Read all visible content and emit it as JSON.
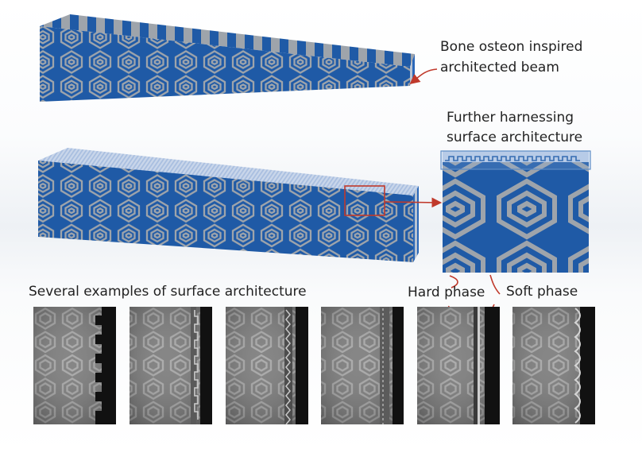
{
  "labels": {
    "beam_label_line1": "Bone osteon inspired",
    "beam_label_line2": "architected beam",
    "surface_label_line1": "Further harnessing",
    "surface_label_line2": "surface architecture",
    "examples_label": "Several examples of surface architecture",
    "hard_phase": "Hard phase",
    "soft_phase": "Soft phase"
  },
  "colors": {
    "hard_phase": "#1f5aa6",
    "soft_phase": "#9ea4ab",
    "annotation_red": "#c0392b",
    "highlight_blue": "#8fb3dd"
  },
  "micrograph_count": 6
}
